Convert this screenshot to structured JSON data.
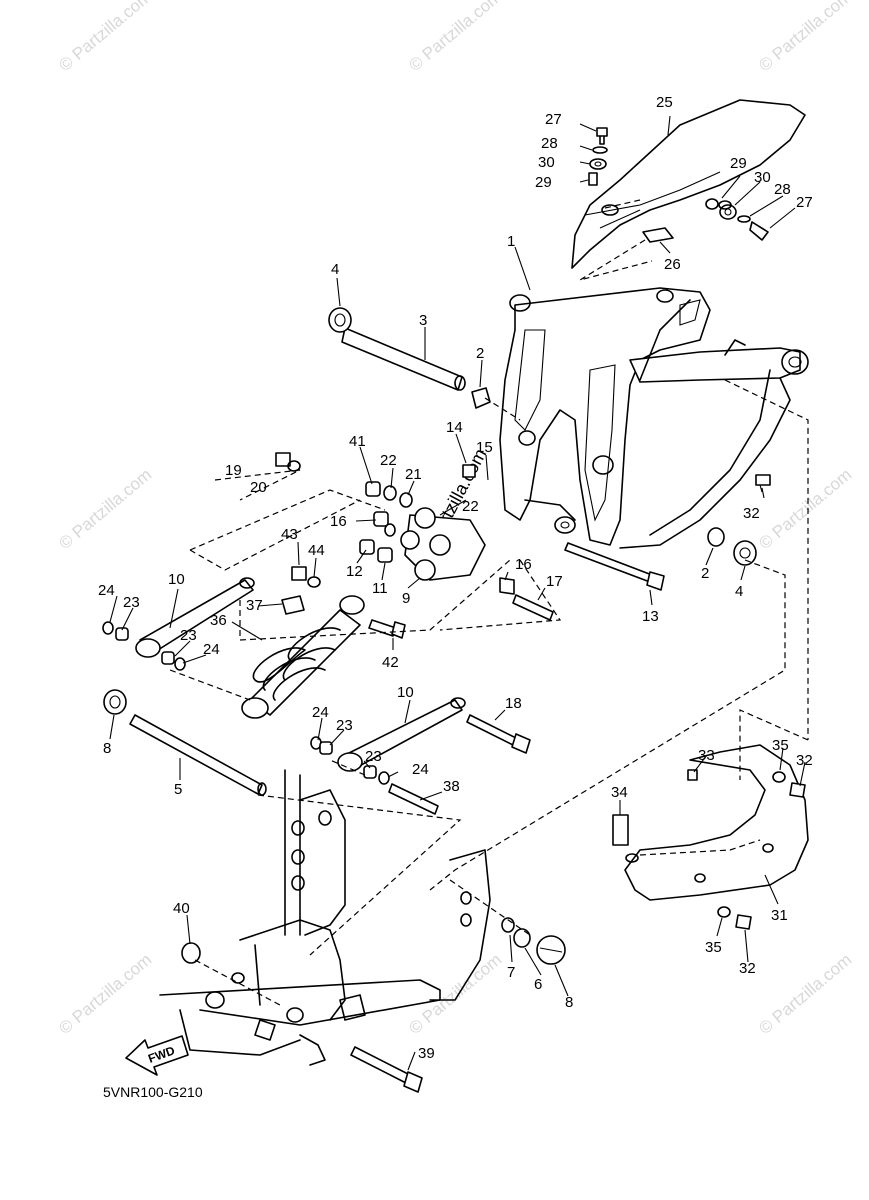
{
  "diagram": {
    "code": "5VNR100-G210",
    "fwd_label": "FWD",
    "watermark": "© Partzilla.com",
    "watermark_center": "© Partzilla.com",
    "callouts": [
      "1",
      "2",
      "2",
      "3",
      "4",
      "4",
      "5",
      "6",
      "7",
      "8",
      "8",
      "9",
      "10",
      "10",
      "11",
      "12",
      "13",
      "14",
      "15",
      "16",
      "16",
      "17",
      "18",
      "19",
      "20",
      "21",
      "22",
      "22",
      "23",
      "23",
      "23",
      "23",
      "24",
      "24",
      "24",
      "24",
      "25",
      "26",
      "27",
      "27",
      "28",
      "28",
      "29",
      "29",
      "30",
      "30",
      "31",
      "32",
      "32",
      "32",
      "33",
      "34",
      "35",
      "35",
      "36",
      "37",
      "38",
      "39",
      "40",
      "41",
      "42",
      "43",
      "44"
    ]
  }
}
